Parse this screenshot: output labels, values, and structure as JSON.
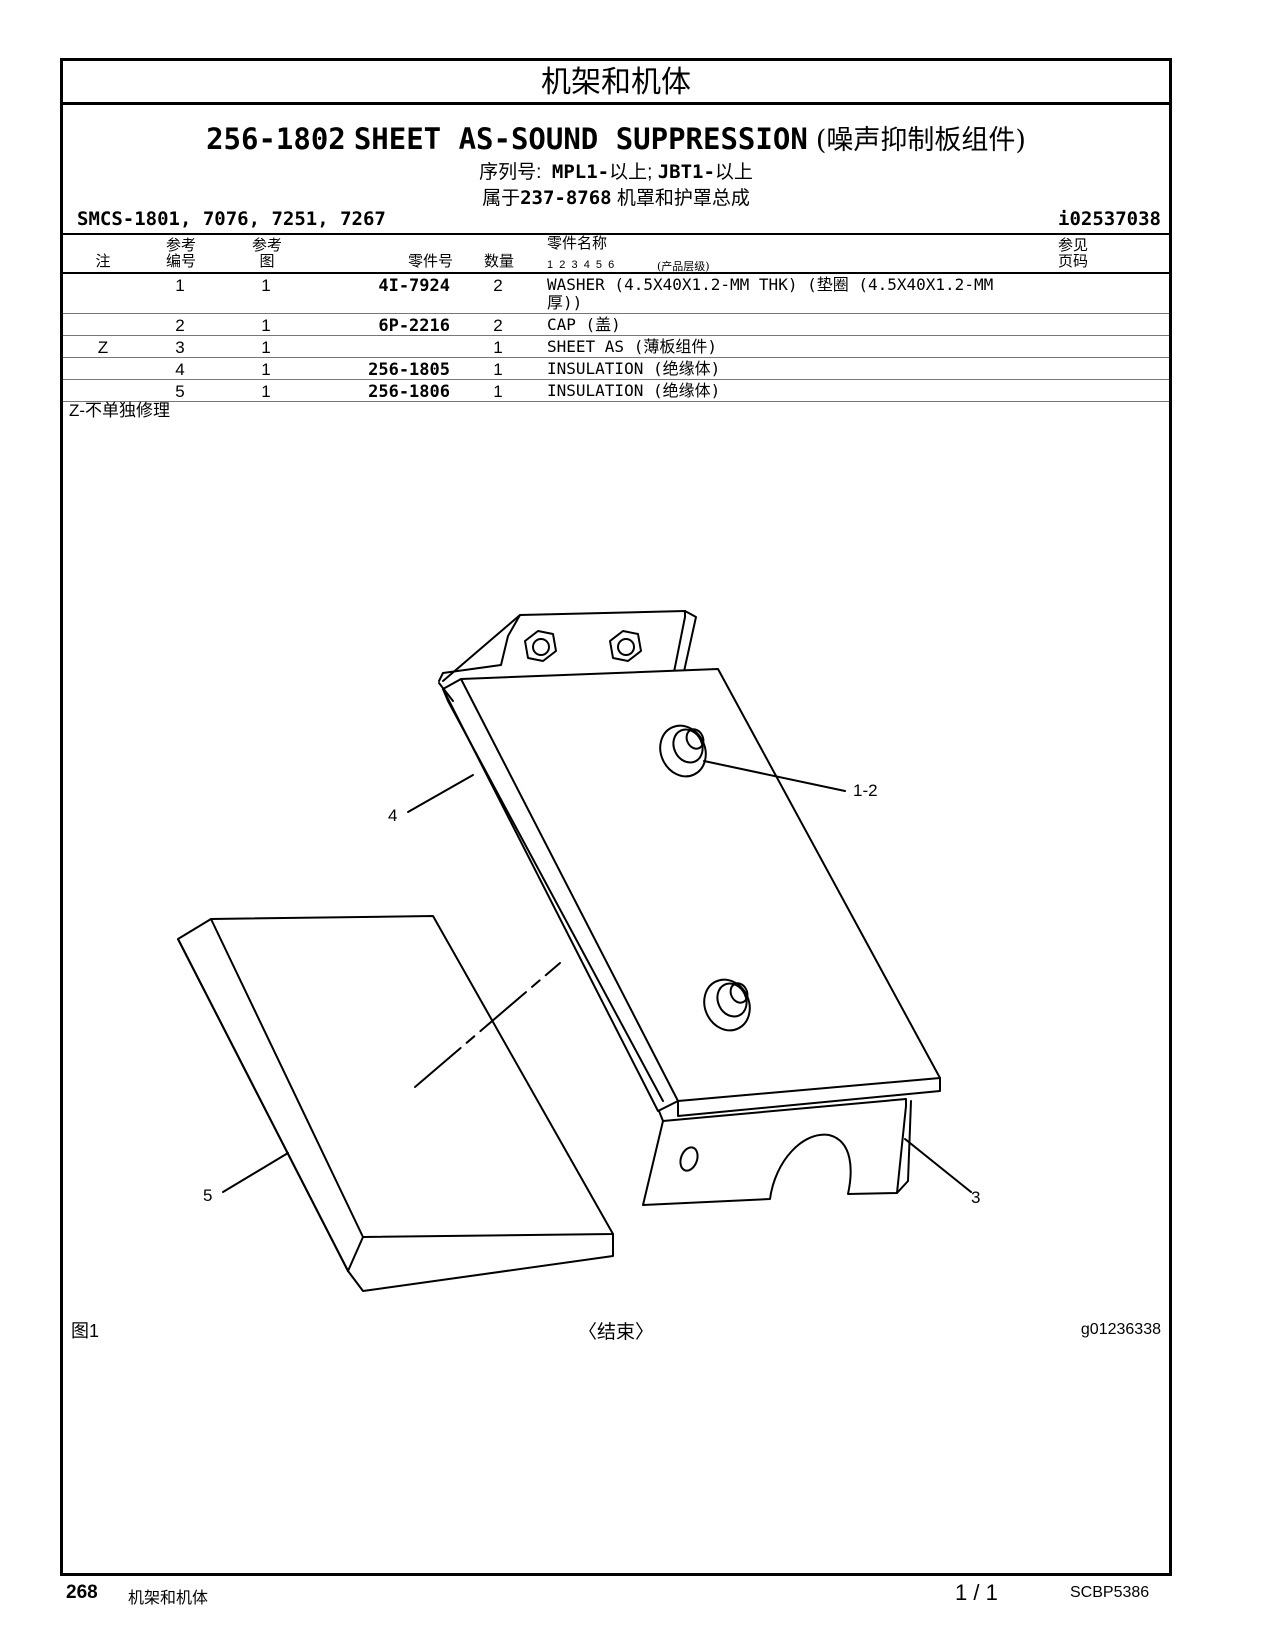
{
  "section_title": "机架和机体",
  "title": {
    "part_number": "256-1802",
    "name_en": "SHEET AS-SOUND SUPPRESSION",
    "name_cn": "(噪声抑制板组件)"
  },
  "serial": {
    "label": "序列号:",
    "range1": "MPL1-",
    "range1_suffix": "以上;",
    "range2": "JBT1-",
    "range2_suffix": "以上"
  },
  "parent": {
    "prefix": "属于",
    "part_number": "237-8768",
    "name": "机罩和护罩总成"
  },
  "smcs": "SMCS-1801, 7076, 7251, 7267",
  "illustration_id": "i02537038",
  "table_headers": {
    "note": "注",
    "ref_no_1": "参考",
    "ref_no_2": "编号",
    "ref_fig_1": "参考",
    "ref_fig_2": "图",
    "part_no": "零件号",
    "qty": "数量",
    "part_name": "零件名称",
    "levels": "1  2  3  4  5  6",
    "levels_note": "(产品层级)",
    "see_page_1": "参见",
    "see_page_2": "页码"
  },
  "parts": [
    {
      "note": "",
      "ref": "1",
      "fig": "1",
      "part_no": "4I-7924",
      "qty": "2",
      "name_1": "WASHER (4.5X40X1.2-MM THK) (垫圈 (4.5X40X1.2-MM",
      "name_2": "厚))"
    },
    {
      "note": "",
      "ref": "2",
      "fig": "1",
      "part_no": "6P-2216",
      "qty": "2",
      "name_1": "CAP (盖)",
      "name_2": ""
    },
    {
      "note": "Z",
      "ref": "3",
      "fig": "1",
      "part_no": "",
      "qty": "1",
      "name_1": "SHEET AS (薄板组件)",
      "name_2": ""
    },
    {
      "note": "",
      "ref": "4",
      "fig": "1",
      "part_no": "256-1805",
      "qty": "1",
      "name_1": "INSULATION (绝缘体)",
      "name_2": ""
    },
    {
      "note": "",
      "ref": "5",
      "fig": "1",
      "part_no": "256-1806",
      "qty": "1",
      "name_1": "INSULATION (绝缘体)",
      "name_2": ""
    }
  ],
  "footnote": "Z-不单独修理",
  "callouts": {
    "c12": "1-2",
    "c3": "3",
    "c4": "4",
    "c5": "5"
  },
  "figure_label": "图1",
  "end_mark": "〈结束〉",
  "graphic_id": "g01236338",
  "footer": {
    "page": "268",
    "section": "机架和机体",
    "count": "1 / 1",
    "doc_id": "SCBP5386"
  }
}
